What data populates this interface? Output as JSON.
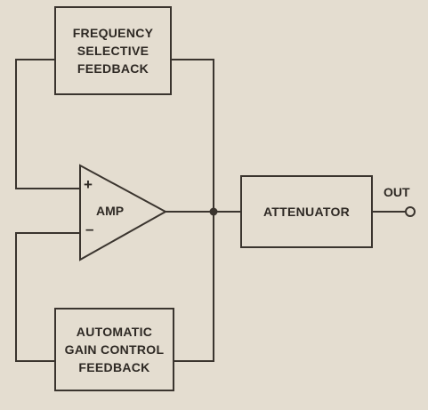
{
  "blocks": {
    "frequency_selective_feedback": [
      "FREQUENCY",
      "SELECTIVE",
      "FEEDBACK"
    ],
    "agc_feedback": [
      "AUTOMATIC",
      "GAIN CONTROL",
      "FEEDBACK"
    ],
    "attenuator": "ATTENUATOR"
  },
  "amplifier": {
    "label": "AMP",
    "plus_input": "+",
    "minus_input": "–"
  },
  "output": {
    "label": "OUT"
  },
  "colors": {
    "paper": "#e4ddd0",
    "ink": "#3a342e"
  }
}
